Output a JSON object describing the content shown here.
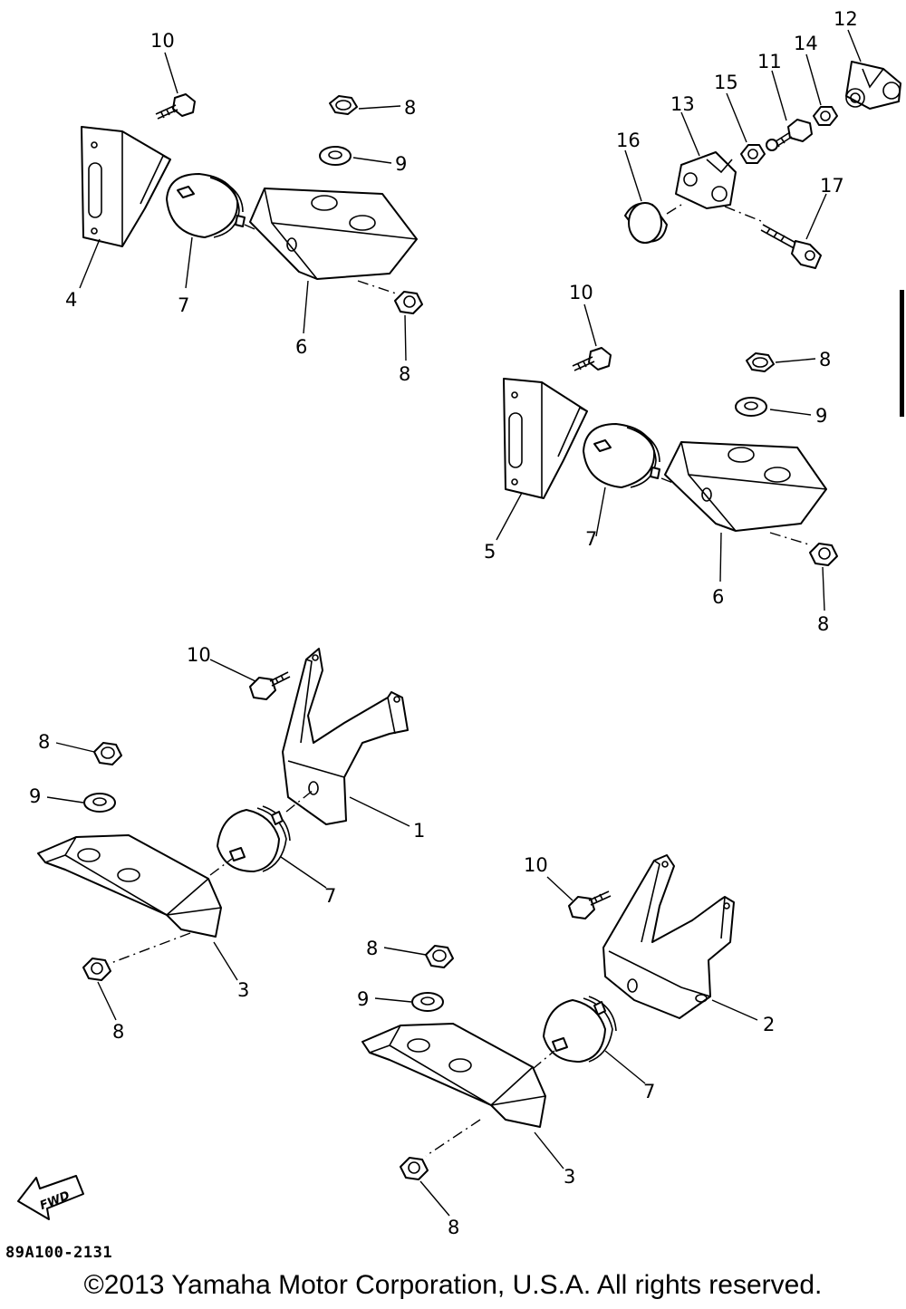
{
  "callouts": [
    {
      "id": "c10a",
      "label": "10"
    },
    {
      "id": "c8a",
      "label": "8"
    },
    {
      "id": "c9a",
      "label": "9"
    },
    {
      "id": "c4",
      "label": "4"
    },
    {
      "id": "c7a",
      "label": "7"
    },
    {
      "id": "c6a",
      "label": "6"
    },
    {
      "id": "c8b",
      "label": "8"
    },
    {
      "id": "c12",
      "label": "12"
    },
    {
      "id": "c14",
      "label": "14"
    },
    {
      "id": "c11",
      "label": "11"
    },
    {
      "id": "c15",
      "label": "15"
    },
    {
      "id": "c13",
      "label": "13"
    },
    {
      "id": "c16",
      "label": "16"
    },
    {
      "id": "c17",
      "label": "17"
    },
    {
      "id": "c10b",
      "label": "10"
    },
    {
      "id": "c8c",
      "label": "8"
    },
    {
      "id": "c9b",
      "label": "9"
    },
    {
      "id": "c5",
      "label": "5"
    },
    {
      "id": "c7b",
      "label": "7"
    },
    {
      "id": "c6b",
      "label": "6"
    },
    {
      "id": "c8d",
      "label": "8"
    },
    {
      "id": "c10c",
      "label": "10"
    },
    {
      "id": "c8e",
      "label": "8"
    },
    {
      "id": "c9c",
      "label": "9"
    },
    {
      "id": "c1",
      "label": "1"
    },
    {
      "id": "c7c",
      "label": "7"
    },
    {
      "id": "c3a",
      "label": "3"
    },
    {
      "id": "c8f",
      "label": "8"
    },
    {
      "id": "c10d",
      "label": "10"
    },
    {
      "id": "c8g",
      "label": "8"
    },
    {
      "id": "c9d",
      "label": "9"
    },
    {
      "id": "c2",
      "label": "2"
    },
    {
      "id": "c7d",
      "label": "7"
    },
    {
      "id": "c3b",
      "label": "3"
    },
    {
      "id": "c8h",
      "label": "8"
    }
  ],
  "fwd_arrow": {
    "label": "FWD"
  },
  "diagram_code": "89A100-2131",
  "copyright": "©2013 Yamaha Motor Corporation, U.S.A. All rights reserved."
}
